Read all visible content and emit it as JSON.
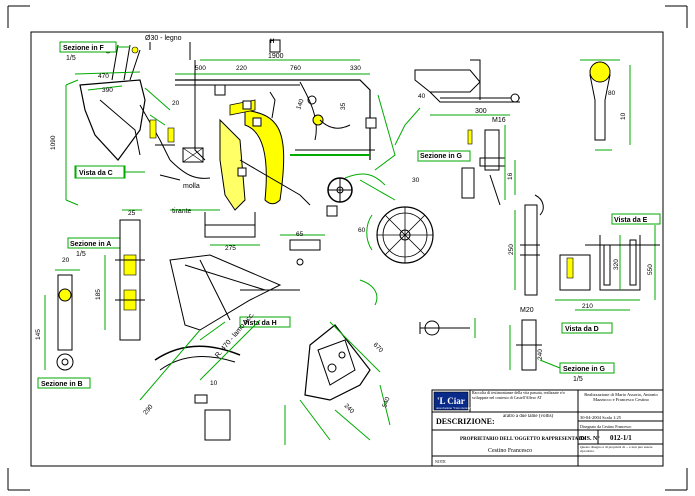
{
  "drawing": {
    "labels": {
      "sezione_f": "Sezione in F",
      "scale_f": "1/5",
      "legno": "Ø30 - legno",
      "dim_a": "H",
      "dim_1900": "1900",
      "vista_c": "Vista da C",
      "molla": "molla",
      "tirante": "tirante",
      "sezione_a": "Sezione in A",
      "scale_a": "1/5",
      "sezione_b": "Sezione in B",
      "vista_h": "Vista da H",
      "dim_r470": "R. 470 - lamo acc.",
      "sezione_g": "Sezione in G",
      "vista_e": "Vista da E",
      "vista_d": "Vista da D",
      "sezione_g2": "Sezione in G",
      "scale_g2": "1/5",
      "m16": "M16",
      "m20": "M20"
    },
    "dimensions": [
      "500",
      "220",
      "760",
      "330",
      "470",
      "390",
      "1090",
      "140",
      "35",
      "300",
      "40",
      "20",
      "20",
      "25",
      "185",
      "145",
      "275",
      "65",
      "670",
      "240",
      "540",
      "10",
      "290",
      "60",
      "30",
      "250",
      "320",
      "550",
      "210",
      "240",
      "80",
      "16",
      "10"
    ]
  },
  "title_block": {
    "logo_text": "'L Ciar",
    "logo_sub": "Associazione \"Cian onorada\"",
    "description_text": "Raccolta di testimonianze della vita passata, realizzate e/o sviluppate nel contesto di Castell'Alfero AT",
    "authors": "Realizzazione di Mario Assorio, Antonio Mazzucco e Francesco Cestino",
    "descrizione_label": "DESCRIZIONE:",
    "descrizione_value": "aratro a due lame (voltis)",
    "date_scale": "30-04-2004 Scala 1:25",
    "designer": "Disegnato da Cestino Francesco",
    "proprietario": "PROPRIETARIO DELL'OGGETTO RAPPRESENTATO",
    "owner": "Cestino Francesco",
    "dis_label": "DIS. N°",
    "dis_value": "012-1/1",
    "note_text": "Questo disegno è di proprietà di ... e non può essere riprodotto.",
    "note_label": "NOTE"
  }
}
